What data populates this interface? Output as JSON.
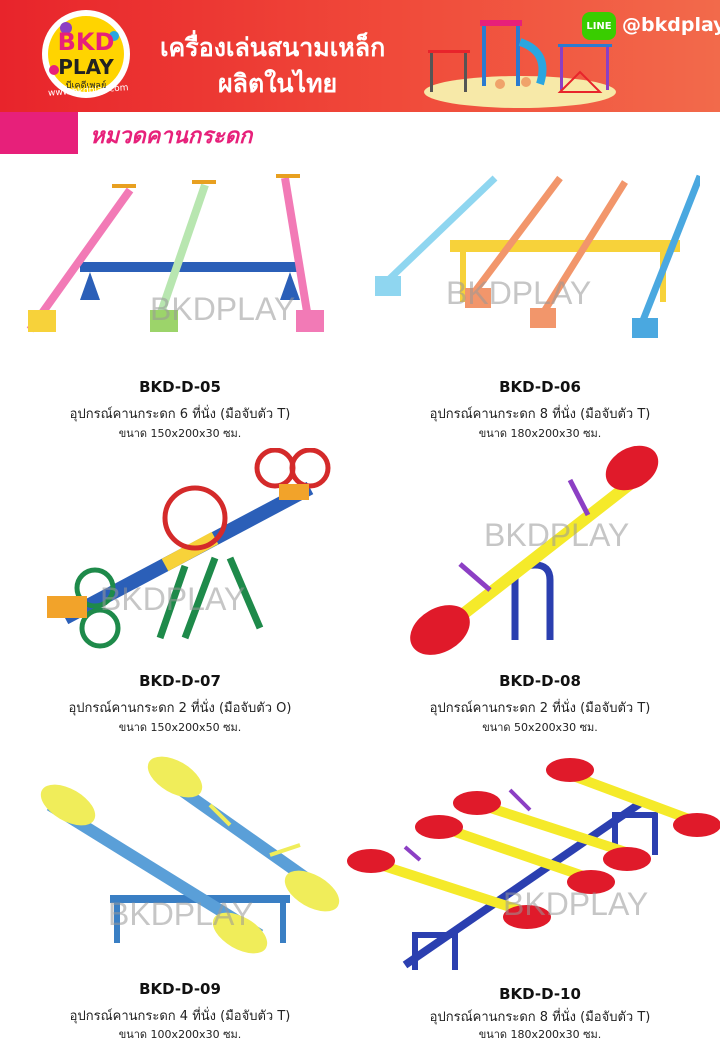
{
  "header": {
    "logo_top": "BKD",
    "logo_bottom": "PLAY",
    "logo_sub": "บีเคดีเพลย์",
    "logo_url": "www.bkdplay.com",
    "tagline_line1": "เครื่องเล่นสนามเหล็ก",
    "tagline_line2": "ผลิตในไทย",
    "line_badge": "LINE",
    "line_handle": "@bkdplay"
  },
  "category": {
    "title": "หมวดคานกระดก"
  },
  "watermark": "BKDPLAY",
  "colors": {
    "header_red": "#e8242b",
    "accent_pink": "#e7207a",
    "line_green": "#39cd00"
  },
  "products": [
    {
      "code": "BKD-D-05",
      "desc": "อุปกรณ์คานกระดก 6 ที่นั่ง (มือจับตัว T)",
      "size": "ขนาด 150x200x30 ซม."
    },
    {
      "code": "BKD-D-06",
      "desc": "อุปกรณ์คานกระดก 8 ที่นั่ง (มือจับตัว T)",
      "size": "ขนาด 180x200x30 ซม."
    },
    {
      "code": "BKD-D-07",
      "desc": "อุปกรณ์คานกระดก 2 ที่นั่ง (มือจับตัว O)",
      "size": "ขนาด 150x200x50 ซม."
    },
    {
      "code": "BKD-D-08",
      "desc": "อุปกรณ์คานกระดก 2 ที่นั่ง (มือจับตัว T)",
      "size": "ขนาด 50x200x30 ซม."
    },
    {
      "code": "BKD-D-09",
      "desc": "อุปกรณ์คานกระดก 4 ที่นั่ง (มือจับตัว T)",
      "size": "ขนาด 100x200x30 ซม."
    },
    {
      "code": "BKD-D-10",
      "desc": "อุปกรณ์คานกระดก 8 ที่นั่ง (มือจับตัว T)",
      "size": "ขนาด 180x200x30 ซม."
    }
  ]
}
